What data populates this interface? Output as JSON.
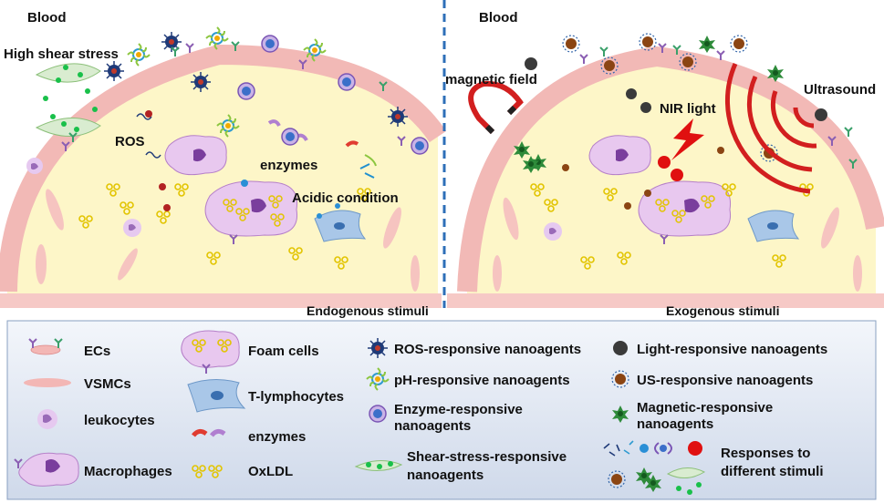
{
  "panels": {
    "left": {
      "blood": "Blood",
      "stimuli": "Endogenous stimuli",
      "labels": {
        "shear": "High shear stress",
        "ros": "ROS",
        "enzymes": "enzymes",
        "acidic": "Acidic condition"
      }
    },
    "right": {
      "blood": "Blood",
      "stimuli": "Exogenous stimuli",
      "labels": {
        "magnetic": "magnetic field",
        "nir": "NIR light",
        "ultrasound": "Ultrasound"
      }
    }
  },
  "legend": {
    "ecs": "ECs",
    "vsmcs": "VSMCs",
    "leukocytes": "leukocytes",
    "macrophages": "Macrophages",
    "foam": "Foam cells",
    "tcells": "T-lymphocytes",
    "enzymes": "enzymes",
    "oxldl": "OxLDL",
    "ros_np": "ROS-responsive nanoagents",
    "ph_np": "pH-responsive nanoagents",
    "enzyme_np_1": "Enzyme-responsive",
    "enzyme_np_2": "nanoagents",
    "shear_np_1": "Shear-stress-responsive",
    "shear_np_2": "nanoagents",
    "light_np": "Light-responsive nanoagents",
    "us_np": "US-responsive nanoagents",
    "mag_np_1": "Magnetic-responsive",
    "mag_np_2": "nanoagents",
    "resp_1": "Responses to",
    "resp_2": "different stimuli"
  },
  "colors": {
    "plaque": "#fdf6c8",
    "endothelium": "#f6c9c6",
    "legend_bg": "#e9eef6",
    "divider": "#2e6fb8"
  }
}
